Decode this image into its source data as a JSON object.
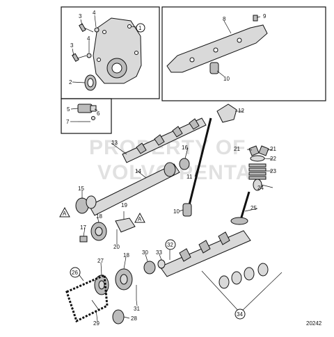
{
  "watermark": {
    "line1": "PROPERTY OF",
    "line2": "VOLVO PENTA"
  },
  "drawing_number": "20242",
  "callouts": {
    "c1": "1",
    "c2": "2",
    "c3a": "3",
    "c3b": "3",
    "c4a": "4",
    "c4b": "4",
    "c5": "5",
    "c6": "6",
    "c7": "7",
    "c8": "8",
    "c9": "9",
    "c10a": "10",
    "c10b": "10",
    "c11": "11",
    "c12": "12",
    "c13": "13",
    "c14": "14",
    "c15": "15",
    "c16": "16",
    "c17": "17",
    "c18a": "18",
    "c18b": "18",
    "c19": "19",
    "c20": "20",
    "c21a": "21",
    "c21b": "21",
    "c22": "22",
    "c23": "23",
    "c24": "24",
    "c25": "25",
    "c26": "26",
    "c27": "27",
    "c28": "28",
    "c29": "29",
    "c30": "30",
    "c31": "31",
    "c32": "32",
    "c33": "33",
    "c34": "34"
  },
  "reference_markers": {
    "ref_a1": "A",
    "ref_a2": "A"
  }
}
